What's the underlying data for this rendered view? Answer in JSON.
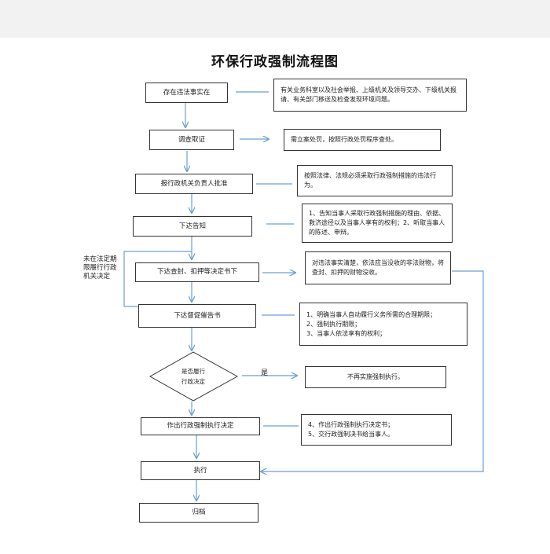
{
  "title": "环保行政强制流程图",
  "steps": {
    "s1": "存在违法事实在",
    "s2": "调查取证",
    "s3": "报行政机关负责人批准",
    "s4": "下达告知",
    "s5": "下达查封、扣押等决定书下",
    "s6": "下达督促催告书",
    "s7": "作出行政强制执行决定",
    "s8": "执行",
    "s9": "归档"
  },
  "decision": "是否履行\n行政决定",
  "yes_label": "是",
  "side_note": "未在法定期\n限履行行政\n机关决定",
  "notes": {
    "n1": "有关业务科室以及社会举报、上级机关及领导交办、下级机关报请、有关部门移送及检查发现环境问题。",
    "n2": "需立案处罚，按照行政处罚程序查处。",
    "n3": "按照法律、法规必须采取行政强制措施的违法行为。",
    "n4": "1、告知当事人采取行政强制措施的理由、依据、救济途径以及当事人享有的权利；2、听取当事人的陈述、申辩。",
    "n5": "对违法事实清楚，依法应当没收的非法财物，将查封、扣押的财物没收。",
    "n6": "1、明确当事人自动履行义务所需的合理期限；\n2、强制执行期限；\n3、当事人依法享有的权利；",
    "n7": "不再实施强制执行。",
    "n8": "4、作出行政强制执行决定书；\n5、交行政强制决书给当事人。"
  },
  "colors": {
    "arrow": "#6a9fd4",
    "border": "#333333"
  }
}
